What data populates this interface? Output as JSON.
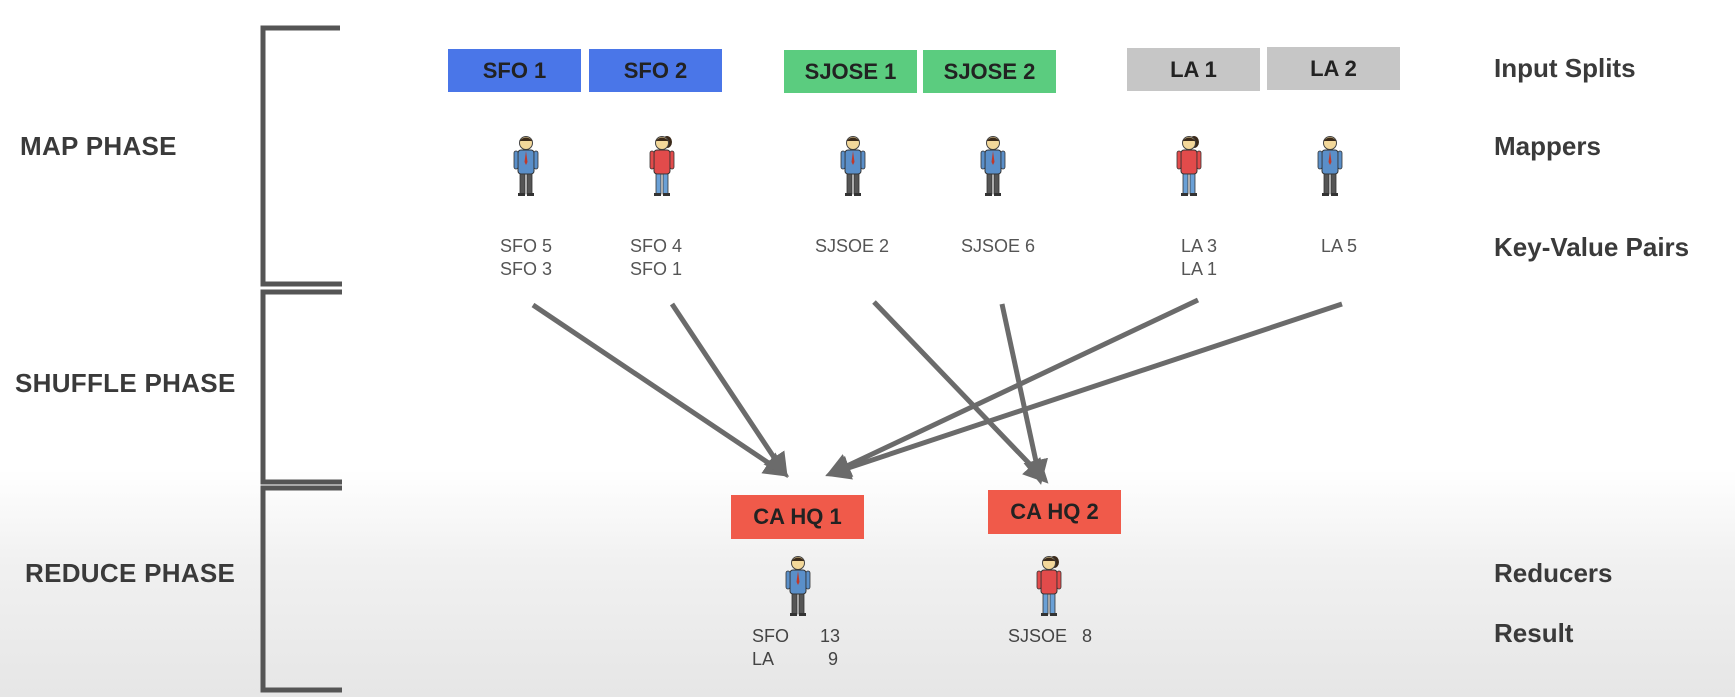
{
  "phases": {
    "map": "MAP PHASE",
    "shuffle": "SHUFFLE PHASE",
    "reduce": "REDUCE PHASE"
  },
  "side_labels": {
    "input_splits": "Input Splits",
    "mappers": "Mappers",
    "key_value_pairs": "Key-Value Pairs",
    "reducers": "Reducers",
    "result": "Result"
  },
  "splits": [
    {
      "label": "SFO 1",
      "color": "#4a76e8"
    },
    {
      "label": "SFO 2",
      "color": "#4a76e8"
    },
    {
      "label": "SJOSE 1",
      "color": "#5bcc7f"
    },
    {
      "label": "SJOSE 2",
      "color": "#5bcc7f"
    },
    {
      "label": "LA 1",
      "color": "#c6c6c6"
    },
    {
      "label": "LA 2",
      "color": "#c6c6c6"
    }
  ],
  "mappers": [
    {
      "kind": "male"
    },
    {
      "kind": "female"
    },
    {
      "kind": "male"
    },
    {
      "kind": "male"
    },
    {
      "kind": "female"
    },
    {
      "kind": "male"
    }
  ],
  "key_value_pairs": [
    [
      "SFO 5",
      "SFO 3"
    ],
    [
      "SFO 4",
      "SFO 1"
    ],
    [
      "SJSOE 2"
    ],
    [
      "SJSOE 6"
    ],
    [
      "LA 3",
      "LA 1"
    ],
    [
      "LA 5"
    ]
  ],
  "reducers": [
    {
      "label": "CA HQ 1",
      "color": "#f05a4a",
      "kind": "male"
    },
    {
      "label": "CA HQ 2",
      "color": "#f05a4a",
      "kind": "female"
    }
  ],
  "results": [
    [
      {
        "key": "SFO",
        "value": "13"
      },
      {
        "key": "LA",
        "value": "9"
      }
    ],
    [
      {
        "key": "SJSOE",
        "value": "8"
      }
    ]
  ],
  "arrow_color": "#6b6b6b",
  "bracket_color": "#555555"
}
